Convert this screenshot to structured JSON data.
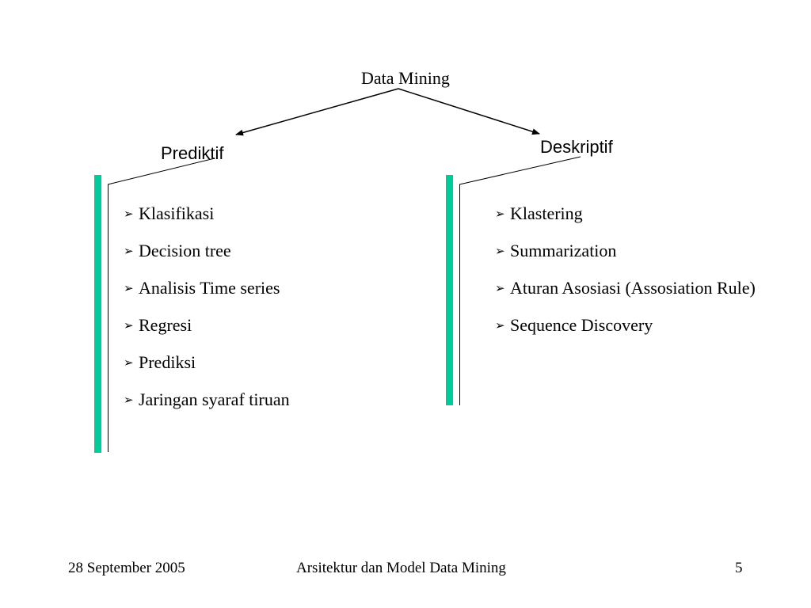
{
  "slide": {
    "title": "Data Mining",
    "branches": {
      "left": "Prediktif",
      "right": "Deskriptif"
    },
    "bullet_icon": "arrow-bullet-icon",
    "accent_color": "#00cc99",
    "left_items": [
      "Klasifikasi",
      "Decision tree",
      "Analisis Time series",
      "Regresi",
      "Prediksi",
      "Jaringan syaraf tiruan"
    ],
    "right_items": [
      "Klastering",
      "Summarization",
      "Aturan Asosiasi (Assosiation Rule)",
      "Sequence Discovery"
    ]
  },
  "footer": {
    "date": "28 September 2005",
    "center": "Arsitektur dan Model Data Mining",
    "page": "5"
  }
}
